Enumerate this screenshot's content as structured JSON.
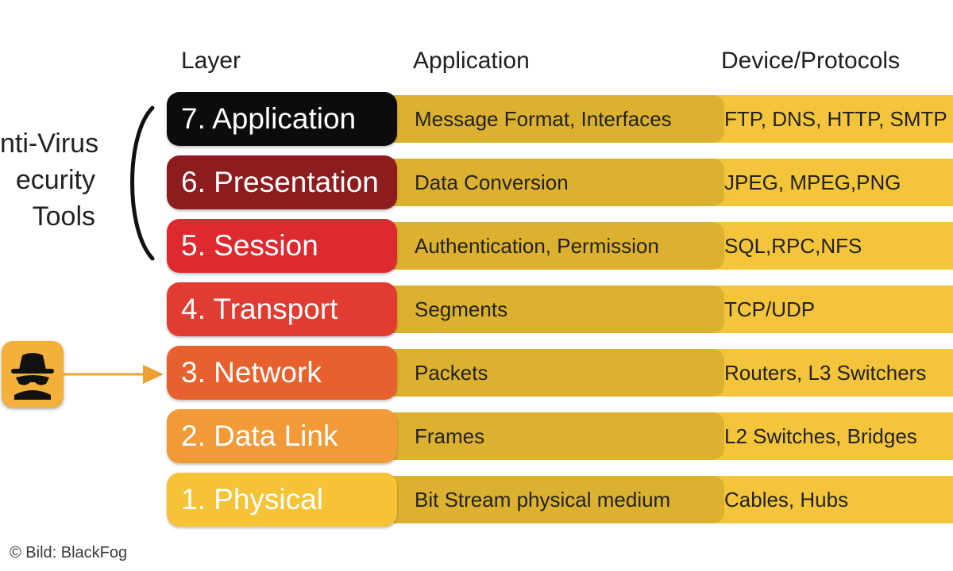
{
  "headers": {
    "layer": "Layer",
    "application": "Application",
    "device": "Device/Protocols"
  },
  "side_label": {
    "line1": "nti-Virus",
    "line2": "ecurity",
    "line3": "Tools"
  },
  "credit": "© Bild: BlackFog",
  "rows": [
    {
      "layer": "7. Application",
      "application": "Message Format, Interfaces",
      "device": "FTP, DNS, HTTP, SMTP",
      "color": "#0c0c0c"
    },
    {
      "layer": "6. Presentation",
      "application": "Data Conversion",
      "device": "JPEG, MPEG,PNG",
      "color": "#8d1c1f"
    },
    {
      "layer": "5. Session",
      "application": "Authentication, Permission",
      "device": "SQL,RPC,NFS",
      "color": "#dc2a2e"
    },
    {
      "layer": "4. Transport",
      "application": "Segments",
      "device": "TCP/UDP",
      "color": "#e23b31"
    },
    {
      "layer": "3. Network",
      "application": "Packets",
      "device": "Routers, L3 Switchers",
      "color": "#e8602e"
    },
    {
      "layer": "2. Data Link",
      "application": "Frames",
      "device": "L2 Switches, Bridges",
      "color": "#f19a37"
    },
    {
      "layer": "1. Physical",
      "application": "Bit Stream physical medium",
      "device": "Cables, Hubs",
      "color": "#f6c337"
    }
  ],
  "colors": {
    "application_cell": "#dcb12f",
    "device_cell": "#f4c53a",
    "arrow": "#f0a030",
    "icon_bg": "#f3b03a"
  },
  "icons": {
    "spy": "spy-icon",
    "bracket": "left-parenthesis"
  }
}
